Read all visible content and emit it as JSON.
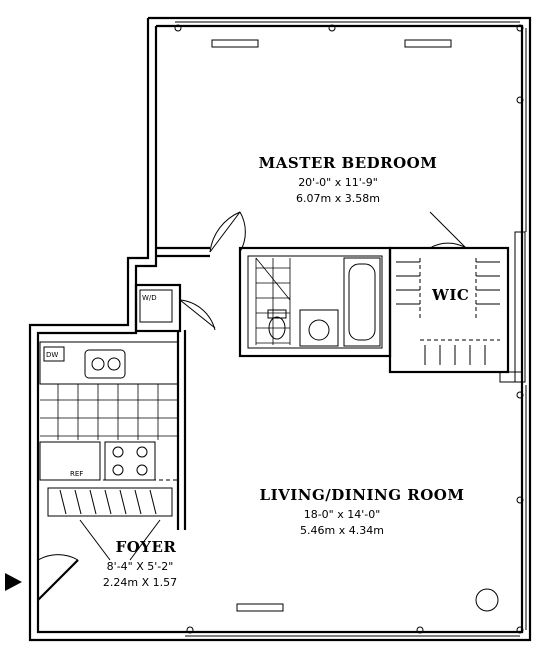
{
  "rooms": {
    "master_bedroom": {
      "name": "MASTER BEDROOM",
      "dim_imperial": "20'-0\" x 11'-9\"",
      "dim_metric": "6.07m x 3.58m"
    },
    "living_dining": {
      "name": "LIVING/DINING ROOM",
      "dim_imperial": "18-0\" x 14'-0\"",
      "dim_metric": "5.46m x 4.34m"
    },
    "foyer": {
      "name": "FOYER",
      "dim_imperial": "8'-4\" X 5'-2\"",
      "dim_metric": "2.24m  X  1.57"
    },
    "wic": {
      "name": "WIC"
    }
  },
  "fixtures": {
    "washer_dryer": "W/D",
    "dishwasher": "DW",
    "refrigerator": "REF"
  }
}
